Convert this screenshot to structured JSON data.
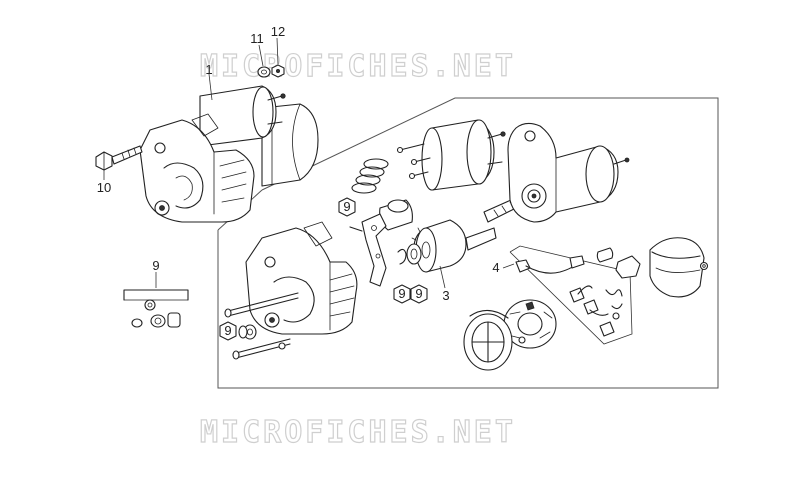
{
  "watermark": {
    "top_text": "MICROFICHES.NET",
    "bottom_text": "MICROFICHES.NET",
    "color": "#cfcfcf"
  },
  "callouts": {
    "c1": "1",
    "c3": "3",
    "c4": "4",
    "c9_kit": "9",
    "c9_a": "9",
    "c9_b": "9",
    "c9_c": "9",
    "c9_d": "9",
    "c10": "10",
    "c11": "11",
    "c12": "12"
  },
  "colors": {
    "line": "#222222",
    "frame": "#555555",
    "background": "#ffffff"
  }
}
